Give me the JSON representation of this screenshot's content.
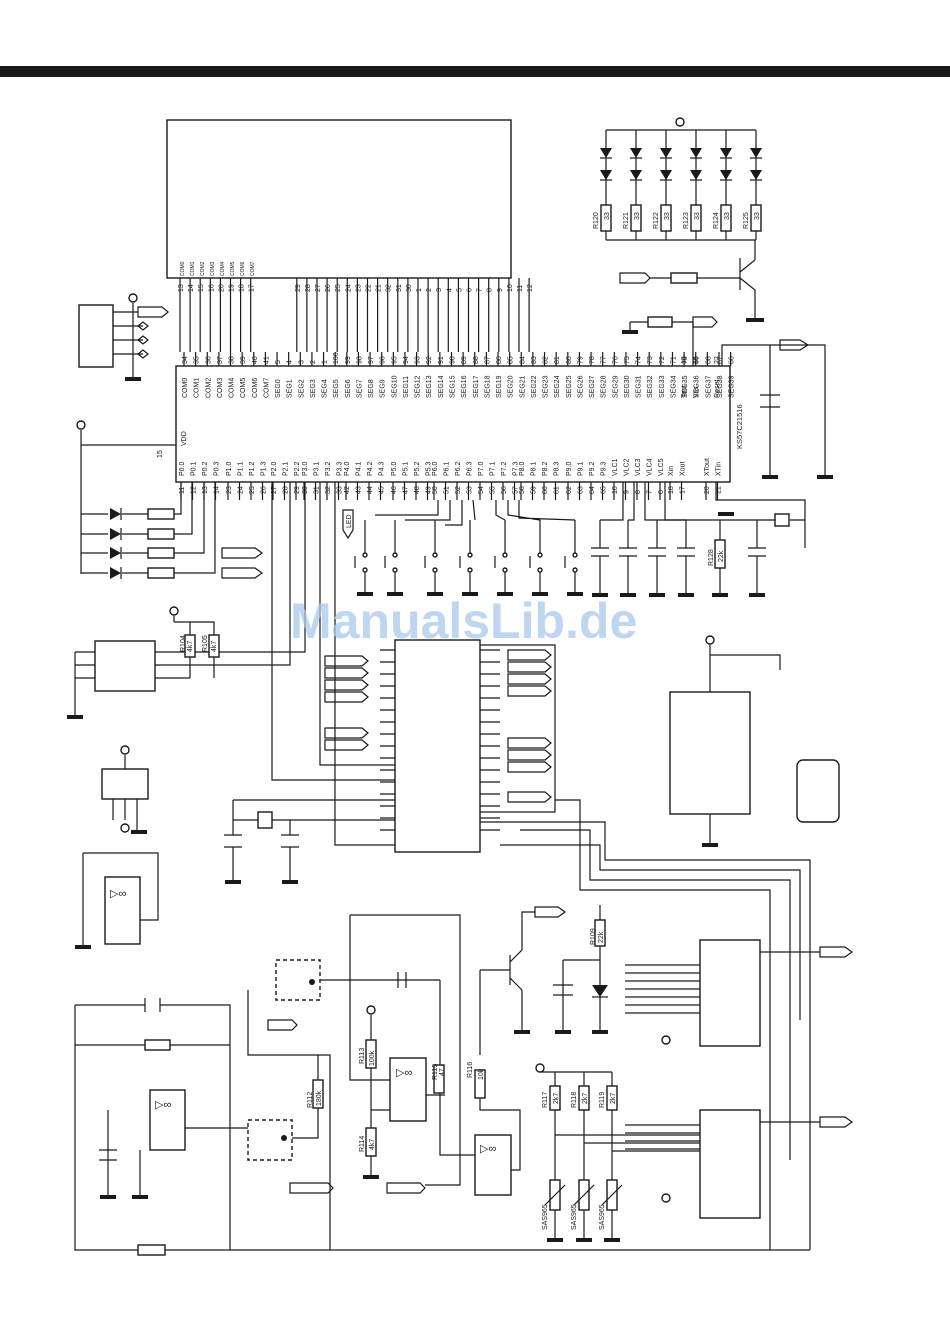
{
  "watermark": "ManualsLib.de",
  "main_ic": {
    "name": "KS57C21516",
    "top_pin_labels": [
      "COM0",
      "COM1",
      "COM2",
      "COM3",
      "COM4",
      "COM5",
      "COM6",
      "COM7",
      "SEG0",
      "SEG1",
      "SEG2",
      "SEG3",
      "SEG4",
      "SEG5",
      "SEG6",
      "SEG7",
      "SEG8",
      "SEG9",
      "SEG10",
      "SEG11",
      "SEG12",
      "SEG13",
      "SEG14",
      "SEG15",
      "SEG16",
      "SEG17",
      "SEG18",
      "SEG19",
      "SEG20",
      "SEG21",
      "SEG22",
      "SEG23",
      "SEG24",
      "SEG25",
      "SEG26",
      "SEG27",
      "SEG28",
      "SEG29",
      "SEG30",
      "SEG31",
      "SEG32",
      "SEG33",
      "SEG34",
      "SEG35",
      "SEG36",
      "SEG37",
      "SEG38",
      "SEG39"
    ],
    "top_pin_numbers": [
      "34",
      "35",
      "36",
      "37",
      "38",
      "39",
      "40",
      "41",
      "5",
      "4",
      "3",
      "2",
      "1",
      "100",
      "99",
      "98",
      "97",
      "96",
      "95",
      "94",
      "93",
      "92",
      "91",
      "90",
      "89",
      "88",
      "87",
      "86",
      "85",
      "84",
      "83",
      "82",
      "81",
      "80",
      "79",
      "78",
      "77",
      "76",
      "75",
      "74",
      "73",
      "72",
      "71",
      "70",
      "69",
      "68",
      "67",
      "66"
    ],
    "top_right_labels": [
      "Test",
      "Vss",
      "Reset"
    ],
    "top_right_numbers": [
      "19",
      "16",
      "22"
    ],
    "bottom_pin_labels": [
      "P0.0",
      "P0.1",
      "P0.2",
      "P0.3",
      "P1.0",
      "P1.1",
      "P1.2",
      "P1.3",
      "P2.0",
      "P2.1",
      "P2.2",
      "P3.0",
      "P3.1",
      "P3.2",
      "P3.3",
      "P4.0",
      "P4.1",
      "P4.2",
      "P4.3",
      "P5.0",
      "P5.1",
      "P5.2",
      "P5.3",
      "P6.0",
      "P6.1",
      "P6.2",
      "P6.3",
      "P7.0",
      "P7.1",
      "P7.2",
      "P7.3",
      "P8.0",
      "P8.1",
      "P8.2",
      "P8.3",
      "P9.0",
      "P9.1",
      "P9.2",
      "P9.3",
      "VLC1",
      "VLC2",
      "VLC3",
      "VLC4",
      "VLC5",
      "Xin",
      "Xout",
      "XTout",
      "XTin"
    ],
    "bottom_pin_numbers": [
      "11",
      "12",
      "13",
      "14",
      "23",
      "24",
      "25",
      "26",
      "27",
      "28",
      "29",
      "30",
      "31",
      "32",
      "33",
      "42",
      "43",
      "44",
      "45",
      "46",
      "47",
      "48",
      "49",
      "50",
      "51",
      "52",
      "53",
      "54",
      "55",
      "56",
      "57",
      "58",
      "59",
      "60",
      "61",
      "62",
      "63",
      "64",
      "65",
      "10",
      "9",
      "8",
      "7",
      "6",
      "18",
      "17",
      "20",
      "21"
    ],
    "vdd_label": "VDD",
    "vdd_pin": "15"
  },
  "lcd": {
    "com_labels": [
      "COM0",
      "COM1",
      "COM2",
      "COM3",
      "COM4",
      "COM5",
      "COM6",
      "COM7"
    ],
    "pin_numbers": [
      "13",
      "14",
      "15",
      "16",
      "20",
      "19",
      "18",
      "17",
      "29",
      "28",
      "27",
      "26",
      "25",
      "24",
      "23",
      "22",
      "21",
      "32",
      "31",
      "30",
      "1",
      "2",
      "3",
      "4",
      "5",
      "6",
      "7",
      "8",
      "9",
      "10",
      "11",
      "12"
    ]
  },
  "led_resistors": [
    {
      "ref": "R120",
      "value": "33"
    },
    {
      "ref": "R121",
      "value": "33"
    },
    {
      "ref": "R122",
      "value": "33"
    },
    {
      "ref": "R123",
      "value": "33"
    },
    {
      "ref": "R124",
      "value": "33"
    },
    {
      "ref": "R125",
      "value": "33"
    }
  ],
  "resistors": [
    {
      "ref": "R104",
      "value": "4k7"
    },
    {
      "ref": "R105",
      "value": "4k7"
    },
    {
      "ref": "R128",
      "value": "22k"
    },
    {
      "ref": "R109",
      "value": "22k"
    },
    {
      "ref": "R112",
      "value": "180k"
    },
    {
      "ref": "R113",
      "value": "100k"
    },
    {
      "ref": "R114",
      "value": "4k7"
    },
    {
      "ref": "R115",
      "value": "47"
    },
    {
      "ref": "R116",
      "value": "10k"
    },
    {
      "ref": "R117",
      "value": "2k7"
    },
    {
      "ref": "R118",
      "value": "2k7"
    },
    {
      "ref": "R119",
      "value": "2k7"
    }
  ],
  "sensors": [
    "SAS965",
    "SAS965",
    "SAS965"
  ],
  "led_tag": "LED",
  "opamp_symbol": "▷∞"
}
